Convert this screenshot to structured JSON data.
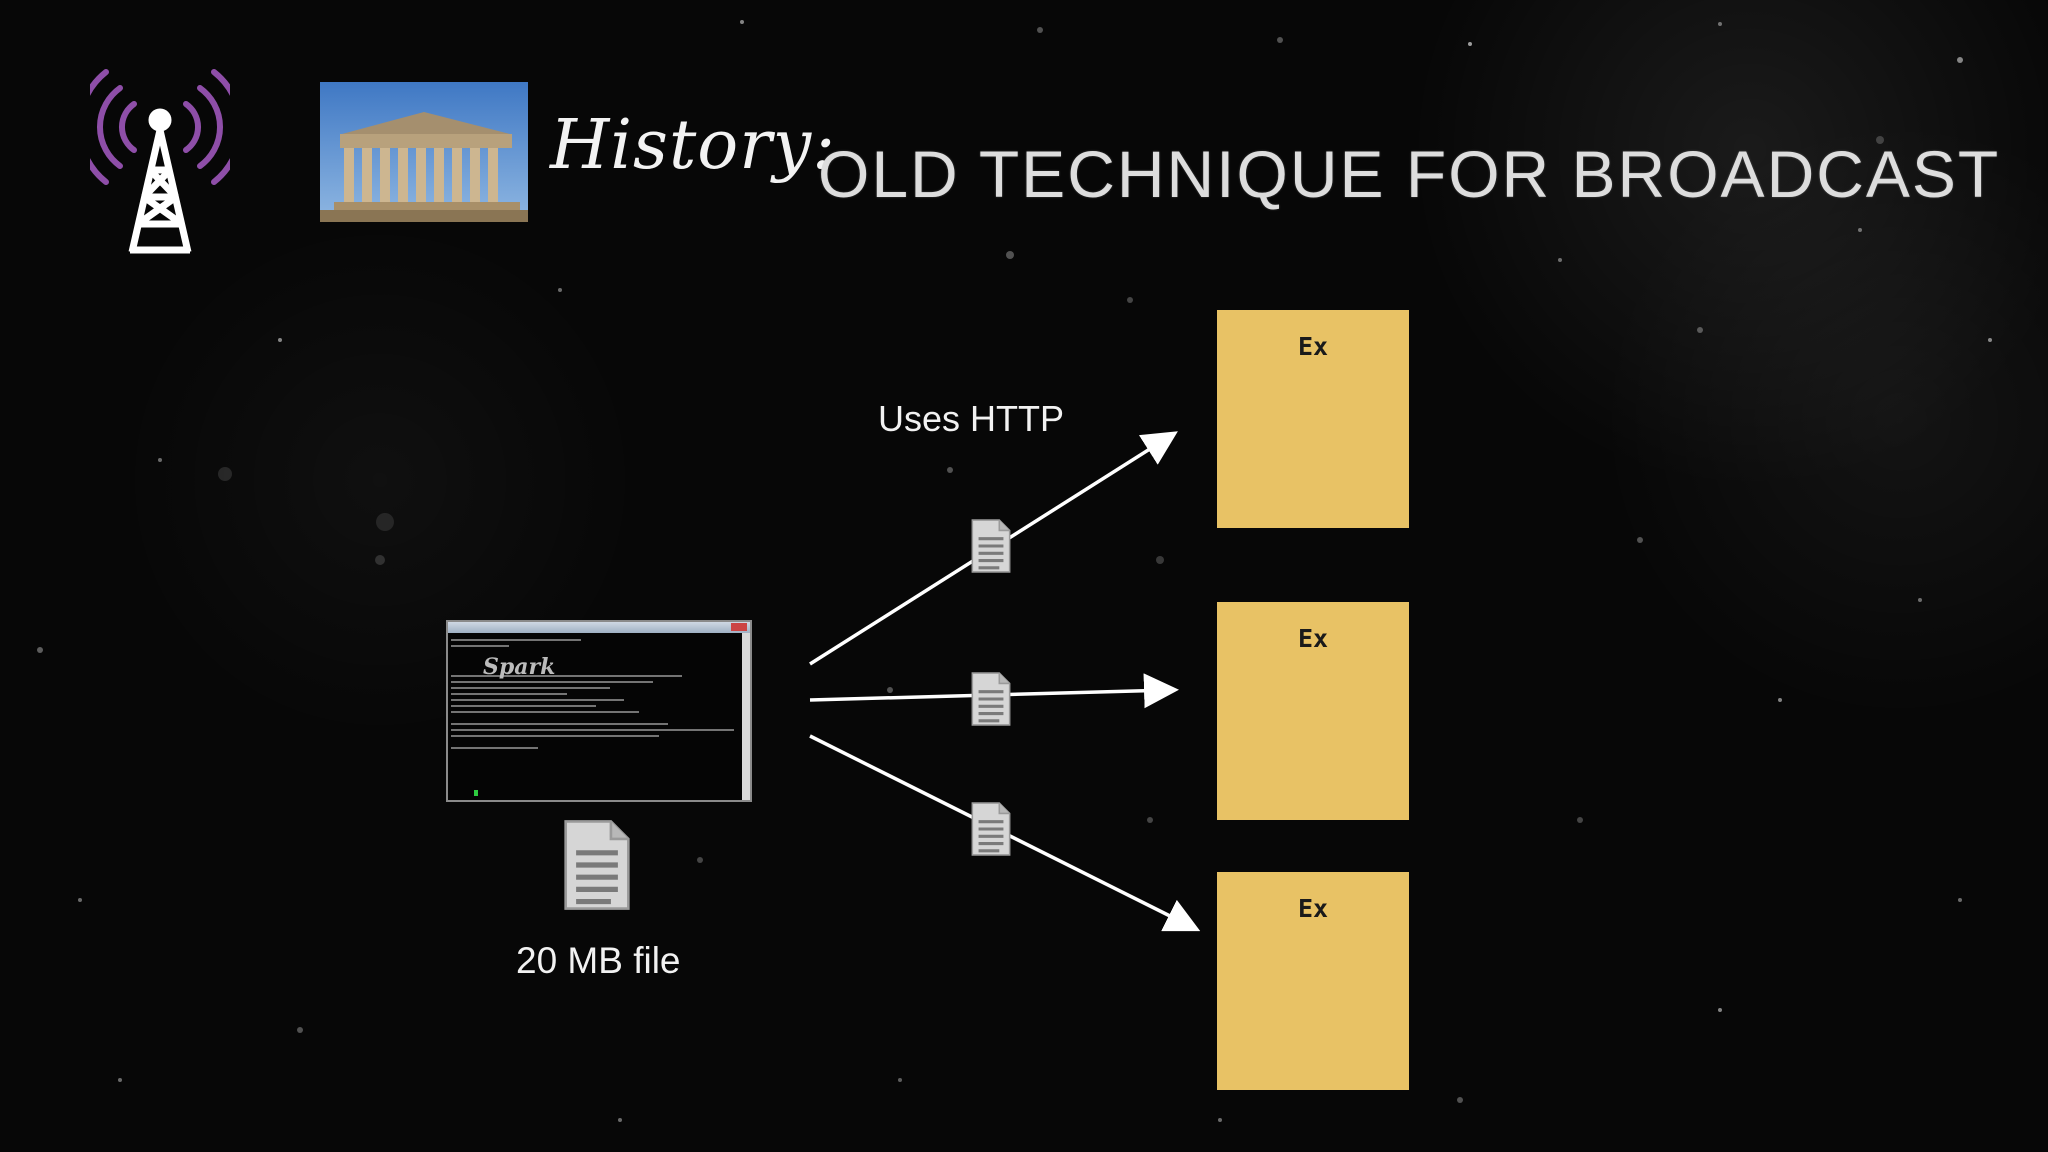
{
  "slide": {
    "title_script": "History:",
    "title_main": "OLD TECHNIQUE FOR BROADCAST"
  },
  "diagram": {
    "edge_label": "Uses HTTP",
    "source_label": "20 MB file",
    "executors": [
      {
        "label": "Ex"
      },
      {
        "label": "Ex"
      },
      {
        "label": "Ex"
      }
    ]
  },
  "terminal": {
    "logo_text": "Spark"
  },
  "colors": {
    "background": "#070707",
    "executor_fill": "#e8c265",
    "tower_arcs": "#8e4ea8",
    "arrow": "#ffffff"
  }
}
